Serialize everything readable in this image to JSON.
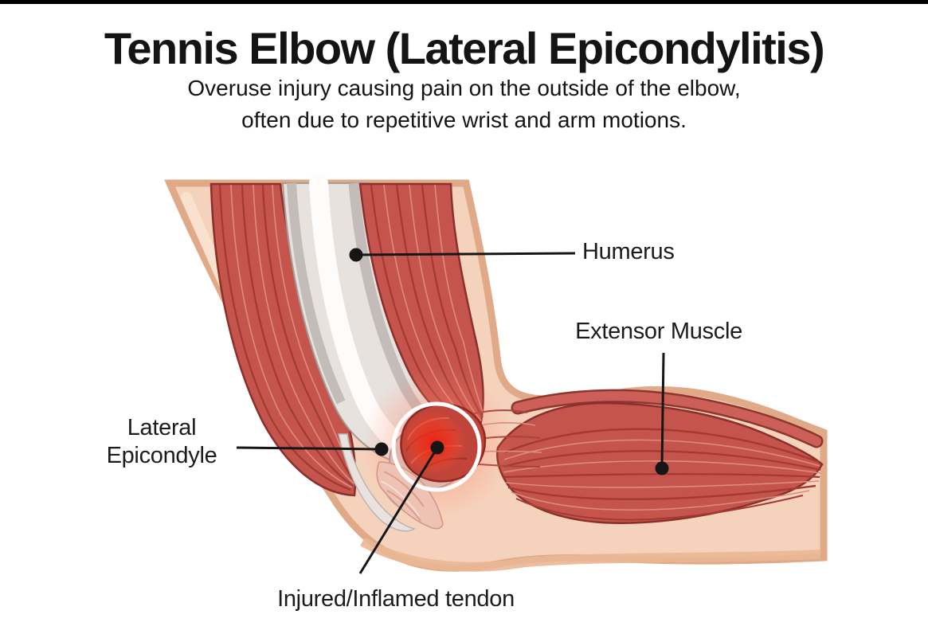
{
  "header": {
    "title": "Tennis Elbow (Lateral Epicondylitis)",
    "subtitle_line1": "Overuse injury causing pain on the outside of the elbow,",
    "subtitle_line2": "often due to repetitive wrist and arm motions."
  },
  "diagram": {
    "labels": {
      "humerus": "Humerus",
      "extensor_muscle": "Extensor Muscle",
      "lateral_epicondyle_line1": "Lateral",
      "lateral_epicondyle_line2": "Epicondyle",
      "injured_tendon": "Injured/Inflamed tendon"
    },
    "colors": {
      "skin": "#f5d2bc",
      "skin_outline": "#e0a987",
      "muscle_red": "#c5544c",
      "muscle_dark_outline": "#8a2f2b",
      "muscle_fiber_dark": "#a23a33",
      "muscle_fiber_light": "#dd8b80",
      "bone": "#e8e2df",
      "bone_highlight": "#fdfcfb",
      "inflammation_core": "#f21d10",
      "highlight_ring": "#ffffff",
      "annotation_ink": "#161616",
      "background": "#ffffff",
      "top_bar": "#000000"
    }
  }
}
